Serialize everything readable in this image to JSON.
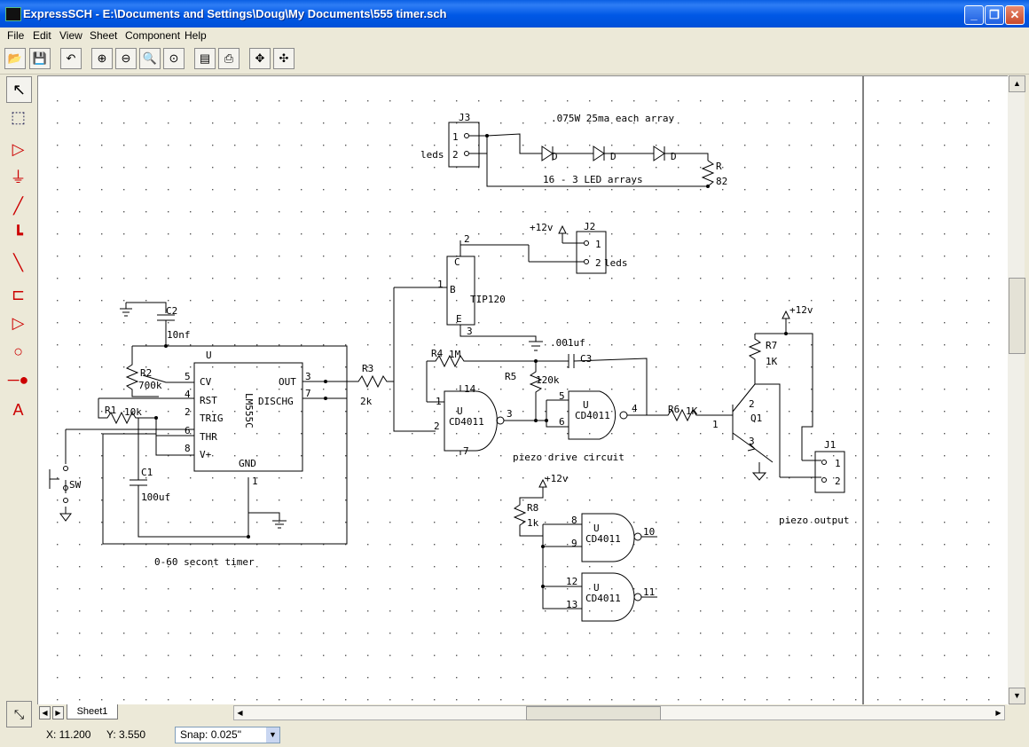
{
  "window": {
    "title": "ExpressSCH - E:\\Documents and Settings\\Doug\\My Documents\\555 timer.sch"
  },
  "menu": [
    "File",
    "Edit",
    "View",
    "Sheet",
    "Component",
    "Help"
  ],
  "toolbar": {
    "icons": [
      "open-folder-icon",
      "save-icon",
      "undo-icon",
      "zoom-in-icon",
      "zoom-out-icon",
      "zoom-fit-icon",
      "zoom-page-icon",
      "properties-icon",
      "print-icon",
      "pan-icon",
      "pan-auto-icon"
    ]
  },
  "palette": {
    "icons": [
      "select-icon",
      "zoom-select-icon",
      "component-icon",
      "ground-icon",
      "wire-icon",
      "bus-icon",
      "bus-entry-icon",
      "part-icon",
      "buffer-icon",
      "circle-icon",
      "junction-icon",
      "text-icon"
    ]
  },
  "status": {
    "x": "X: 11.200",
    "y": "Y: 3.550",
    "snap": "Snap:  0.025\""
  },
  "sheet_tab": "Sheet1",
  "schematic": {
    "j3": "J3",
    "j3_pin1": "1",
    "j3_pin2": "2",
    "leds1": "leds",
    "array_note": ".075W  25ma each array",
    "arrays": "16 - 3 LED arrays",
    "led_d": "D",
    "r_top": "R",
    "r_top_val": "82",
    "plus12": "+12v",
    "j2": "J2",
    "j2_pin1": "1",
    "j2_pin2": "2",
    "leds2": "leds",
    "tip_c": "C",
    "tip_b": "B",
    "tip_e": "E",
    "tip_name": "TIP120",
    "tip_p1": "1",
    "tip_p2": "2",
    "tip_p3": "3",
    "c3_val": ".001uf",
    "c3": "C3",
    "r4": "R4",
    "r4_val": "1M",
    "r5": "R5",
    "r5_val": "120k",
    "c2": "C2",
    "c2_val": "10nf",
    "r2": "R2",
    "r2_val": "700k",
    "r1": "R1",
    "r1_val": "10k",
    "u": "U",
    "lm": "LM555C",
    "cv": "CV",
    "rst": "RST",
    "trig": "TRIG",
    "thr": "THR",
    "vp": "V+",
    "out": "OUT",
    "dis": "DISCHG",
    "gnd": "GND",
    "p5": "5",
    "p4": "4",
    "p2": "2",
    "p6": "6",
    "p8": "8",
    "p3": "3",
    "p7": "7",
    "p1": "1",
    "r3": "R3",
    "r3_val": "2k",
    "c1": "C1",
    "c1_val": "100uf",
    "sw": "SW",
    "timer_label": "0-60 secont timer",
    "cd": "CD4011",
    "g1_p14": "14",
    "g1_p1": "1",
    "g1_p2": "2",
    "g1_p3": "3",
    "g1_p7": "7",
    "g2_p5": "5",
    "g2_p6": "6",
    "g2_p4": "4",
    "r6": "R6",
    "r6_val": "1K",
    "r7": "R7",
    "r7_val": "1K",
    "q1": "Q1",
    "q_p1": "1",
    "q_p2": "2",
    "q_p3": "3",
    "j1": "J1",
    "j1_pin1": "1",
    "j1_pin2": "2",
    "piezo_drive": "piezo drive circuit",
    "piezo_out": "piezo output",
    "r8": "R8",
    "r8_val": "1k",
    "g3_p8": "8",
    "g3_p9": "9",
    "g3_p10": "10",
    "g4_p12": "12",
    "g4_p13": "13",
    "g4_p11": "11"
  }
}
